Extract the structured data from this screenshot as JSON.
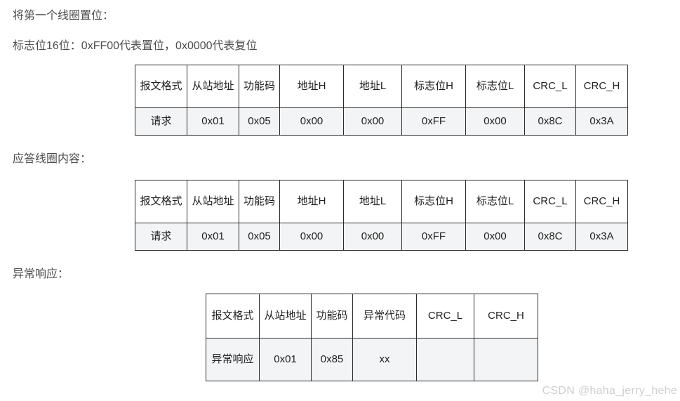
{
  "paragraphs": {
    "set_coil": "将第一个线圈置位：",
    "flag_desc": "标志位16位：0xFF00代表置位，0x0000代表复位",
    "response_label": "应答线圈内容：",
    "exception_label": "异常响应："
  },
  "tables": {
    "request": {
      "headers": [
        "报文格式",
        "从站地址",
        "功能码",
        "地址H",
        "地址L",
        "标志位H",
        "标志位L",
        "CRC_L",
        "CRC_H"
      ],
      "rows": [
        [
          "请求",
          "0x01",
          "0x05",
          "0x00",
          "0x00",
          "0xFF",
          "0x00",
          "0x8C",
          "0x3A"
        ]
      ]
    },
    "response": {
      "headers": [
        "报文格式",
        "从站地址",
        "功能码",
        "地址H",
        "地址L",
        "标志位H",
        "标志位L",
        "CRC_L",
        "CRC_H"
      ],
      "rows": [
        [
          "请求",
          "0x01",
          "0x05",
          "0x00",
          "0x00",
          "0xFF",
          "0x00",
          "0x8C",
          "0x3A"
        ]
      ]
    },
    "exception": {
      "headers": [
        "报文格式",
        "从站地址",
        "功能码",
        "异常代码",
        "CRC_L",
        "CRC_H"
      ],
      "rows": [
        [
          "异常响应",
          "0x01",
          "0x85",
          "xx",
          "",
          ""
        ]
      ]
    }
  },
  "watermark": "CSDN @haha_jerry_hehe",
  "colors": {
    "background": "#ffffff",
    "paragraph_text": "#4d4d4d",
    "table_text": "#212121",
    "table_border": "#2b2b2b",
    "table_data_row_bg": "#f3f4f5",
    "watermark_text": "#cfcfcf"
  }
}
